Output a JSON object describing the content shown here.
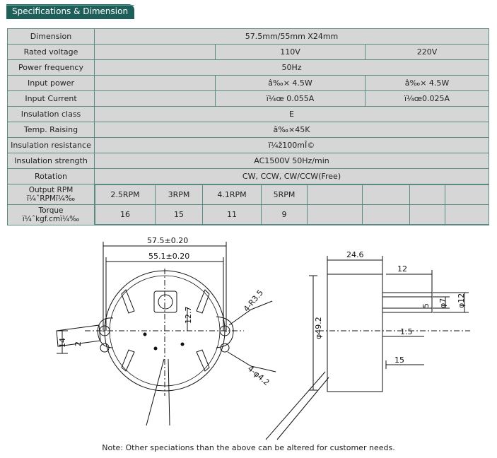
{
  "tab": {
    "title": "Specifications & Dimension"
  },
  "specs": {
    "dimension": {
      "label": "Dimension",
      "value": "57.5mm/55mm X24mm"
    },
    "rated_voltage": {
      "label": "Rated voltage",
      "v1": "110V",
      "v2": "220V"
    },
    "power_frequency": {
      "label": "Power frequency",
      "value": "50Hz"
    },
    "input_power": {
      "label": "Input power",
      "v1": "â‰× 4.5W",
      "v2": "â‰× 4.5W"
    },
    "input_current": {
      "label": "Input Current",
      "v1": "ï¼œ 0.055A",
      "v2": "ï¼œ0.025A"
    },
    "insulation_class": {
      "label": "Insulation class",
      "value": "E"
    },
    "temp_raising": {
      "label": "Temp. Raising",
      "value": "â‰×45K"
    },
    "insulation_resistance": {
      "label": "Insulation resistance",
      "value": "ï¼ž100mÎ©"
    },
    "insulation_strength": {
      "label": "Insulation strength",
      "value": "AC1500V 50Hz/min"
    },
    "rotation": {
      "label": "Rotation",
      "value": "CW, CCW, CW/CCW(Free)"
    },
    "output_rpm": {
      "label_line1": "Output RPM",
      "label_line2": "ï¼ˆRPMï¼‰",
      "values": [
        "2.5RPM",
        "3RPM",
        "4.1RPM",
        "5RPM",
        "",
        "",
        "",
        ""
      ]
    },
    "torque": {
      "label_line1": "Torque",
      "label_line2": "ï¼ˆkgf.cmï¼‰",
      "values": [
        "16",
        "15",
        "11",
        "9",
        "",
        "",
        "",
        ""
      ]
    }
  },
  "drawing": {
    "dim_outer": "57.5±0.20",
    "dim_inner": "55.1±0.20",
    "dim_r35": "4-R3.5",
    "dim_hole": "4-φ4.2",
    "dim_center": "12.7",
    "dim_14": "14",
    "dim_2": "2",
    "dim_24_6": "24.6",
    "dim_12": "12",
    "dim_phi49": "φ49.2",
    "dim_5": "5",
    "dim_phi7": "φ7",
    "dim_phi12": "φ12",
    "dim_1_5": "1.5",
    "dim_15": "15"
  },
  "note": "Note: Other speciations than the above can be altered for customer needs."
}
